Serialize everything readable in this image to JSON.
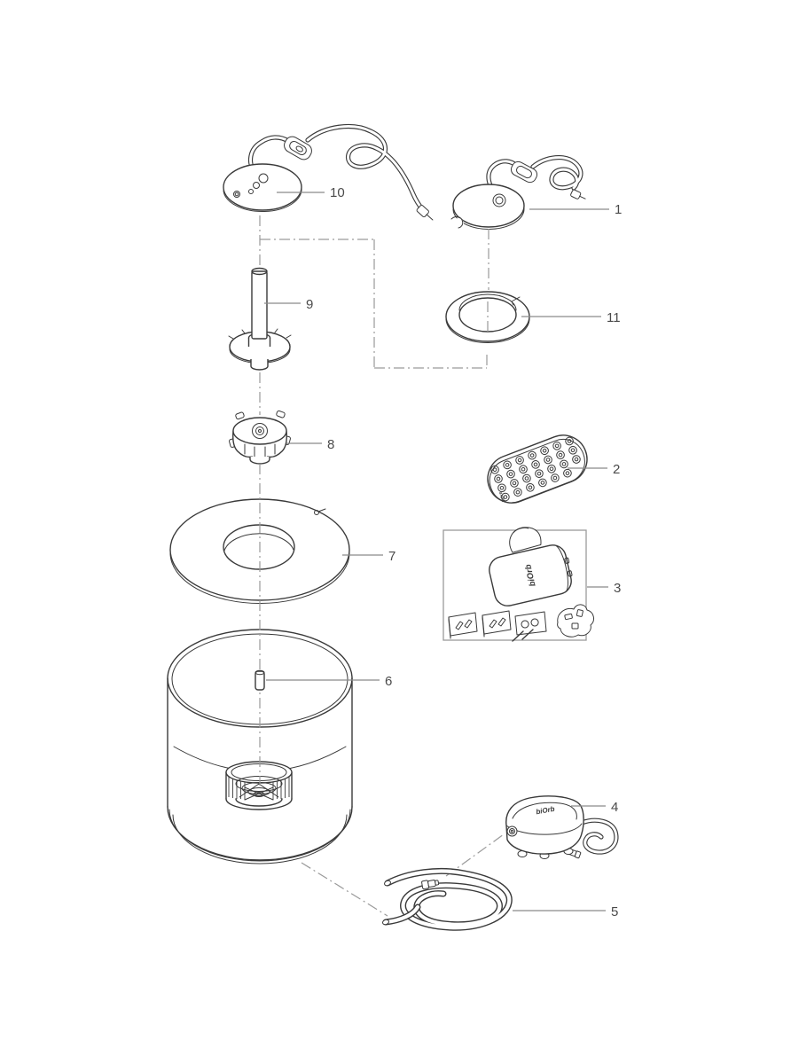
{
  "figure": {
    "kind": "exploded-parts-diagram",
    "background_color": "#ffffff",
    "line_color": "#3a3a3a",
    "leader_color": "#8a8a8a",
    "centerline_color": "#9a9a9a",
    "label_color": "#4a4a4a",
    "accessory_box_border_color": "#9a9a9a",
    "brand_text": "biOrb",
    "parts": [
      {
        "number": "1"
      },
      {
        "number": "2"
      },
      {
        "number": "3"
      },
      {
        "number": "4"
      },
      {
        "number": "5"
      },
      {
        "number": "6"
      },
      {
        "number": "7"
      },
      {
        "number": "8"
      },
      {
        "number": "9"
      },
      {
        "number": "10"
      },
      {
        "number": "11"
      }
    ]
  }
}
